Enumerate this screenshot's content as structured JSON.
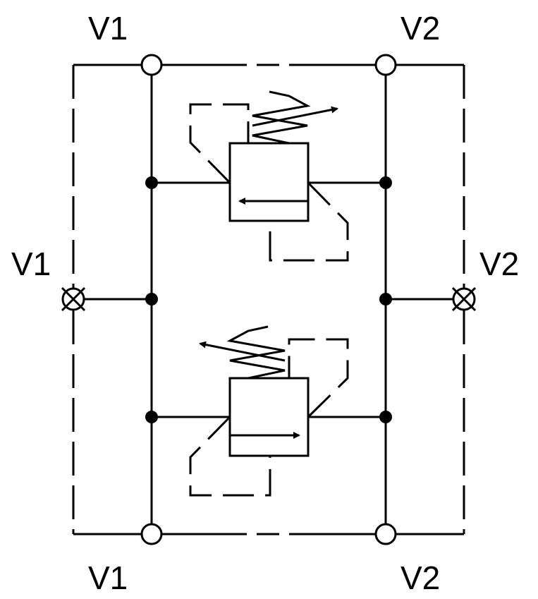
{
  "labels": {
    "top_left": "V1",
    "top_right": "V2",
    "mid_left": "V1",
    "mid_right": "V2",
    "bottom_left": "V1",
    "bottom_right": "V2"
  },
  "colors": {
    "stroke": "#000000",
    "background": "#ffffff"
  }
}
